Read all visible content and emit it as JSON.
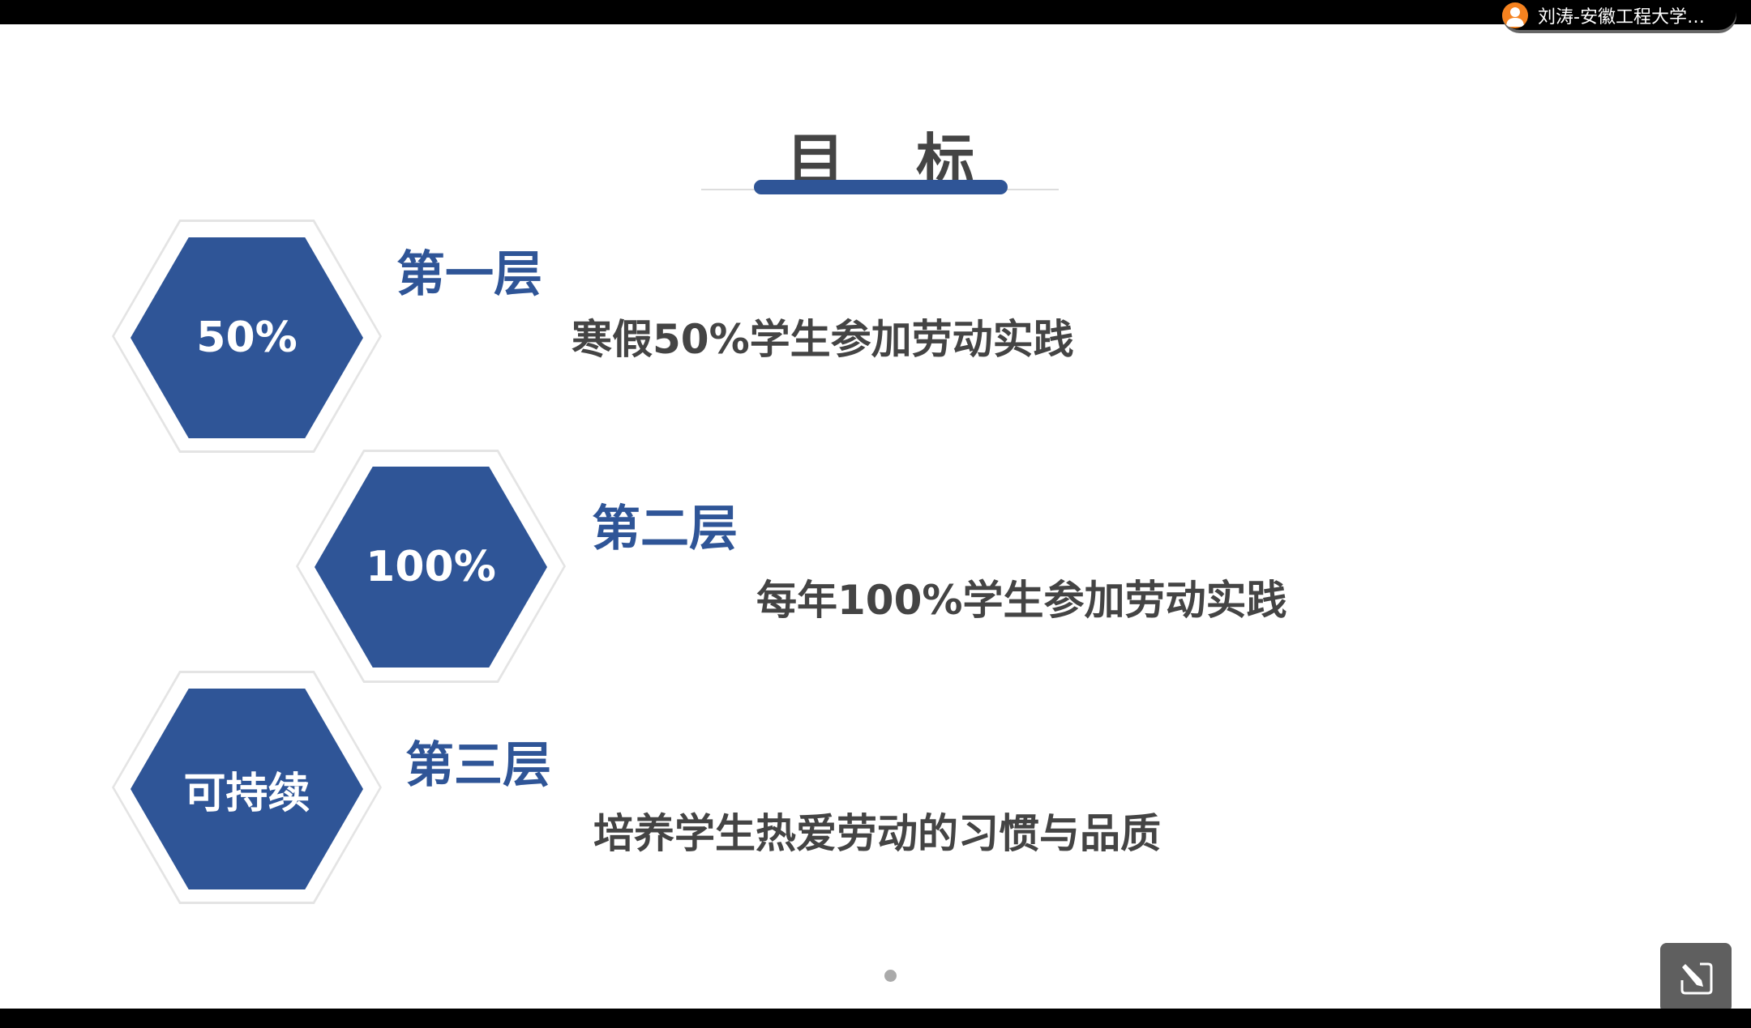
{
  "header": {
    "participant_name": "刘涛-安徽工程大学…",
    "avatar_color": "#f5821f"
  },
  "slide": {
    "title": "目　标",
    "accent_color": "#2f5597",
    "tiers": [
      {
        "badge": "50%",
        "label": "第一层",
        "description": "寒假50%学生参加劳动实践"
      },
      {
        "badge": "100%",
        "label": "第二层",
        "description": "每年100%学生参加劳动实践"
      },
      {
        "badge": "可持续",
        "label": "第三层",
        "description": "培养学生热爱劳动的习惯与品质"
      }
    ]
  },
  "controls": {
    "edit_icon": "pencil-edit-icon",
    "page_indicator_icon": "dot-icon"
  }
}
